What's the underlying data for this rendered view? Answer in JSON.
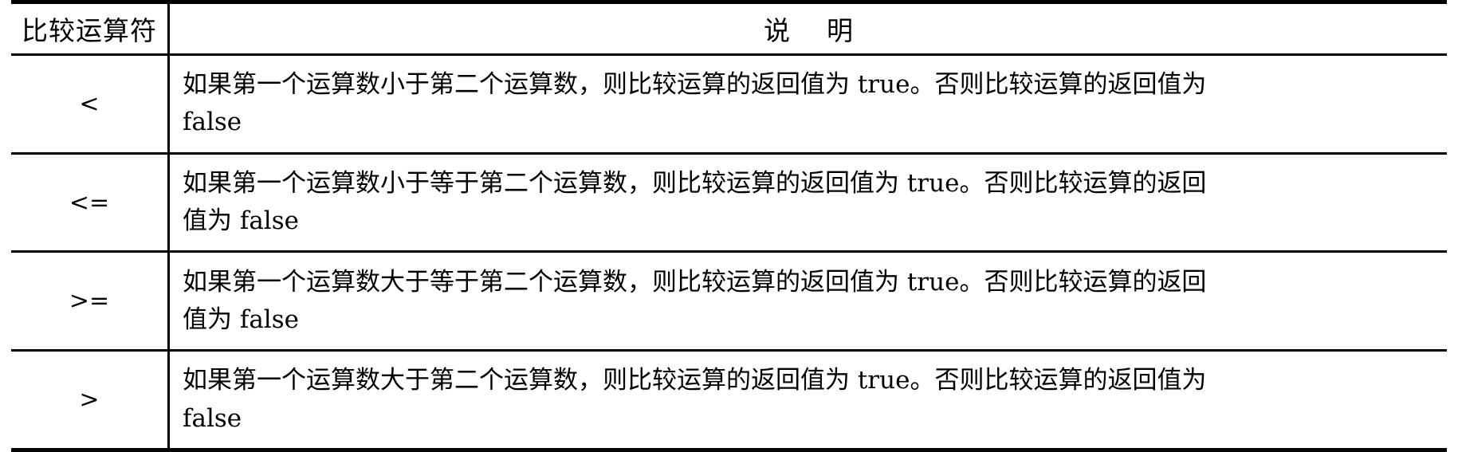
{
  "table": {
    "headers": {
      "operator": "比较运算符",
      "description_left": "说",
      "description_right": "明"
    },
    "rows": [
      {
        "operator": "<",
        "description_line1": "如果第一个运算数小于第二个运算数，则比较运算的返回值为 true。否则比较运算的返回值为",
        "description_line2": "false"
      },
      {
        "operator": "<=",
        "description_line1": "如果第一个运算数小于等于第二个运算数，则比较运算的返回值为 true。否则比较运算的返回",
        "description_line2": "值为 false"
      },
      {
        "operator": ">=",
        "description_line1": "如果第一个运算数大于等于第二个运算数，则比较运算的返回值为 true。否则比较运算的返回",
        "description_line2": "值为 false"
      },
      {
        "operator": ">",
        "description_line1": "如果第一个运算数大于第二个运算数，则比较运算的返回值为 true。否则比较运算的返回值为",
        "description_line2": "false"
      }
    ]
  }
}
